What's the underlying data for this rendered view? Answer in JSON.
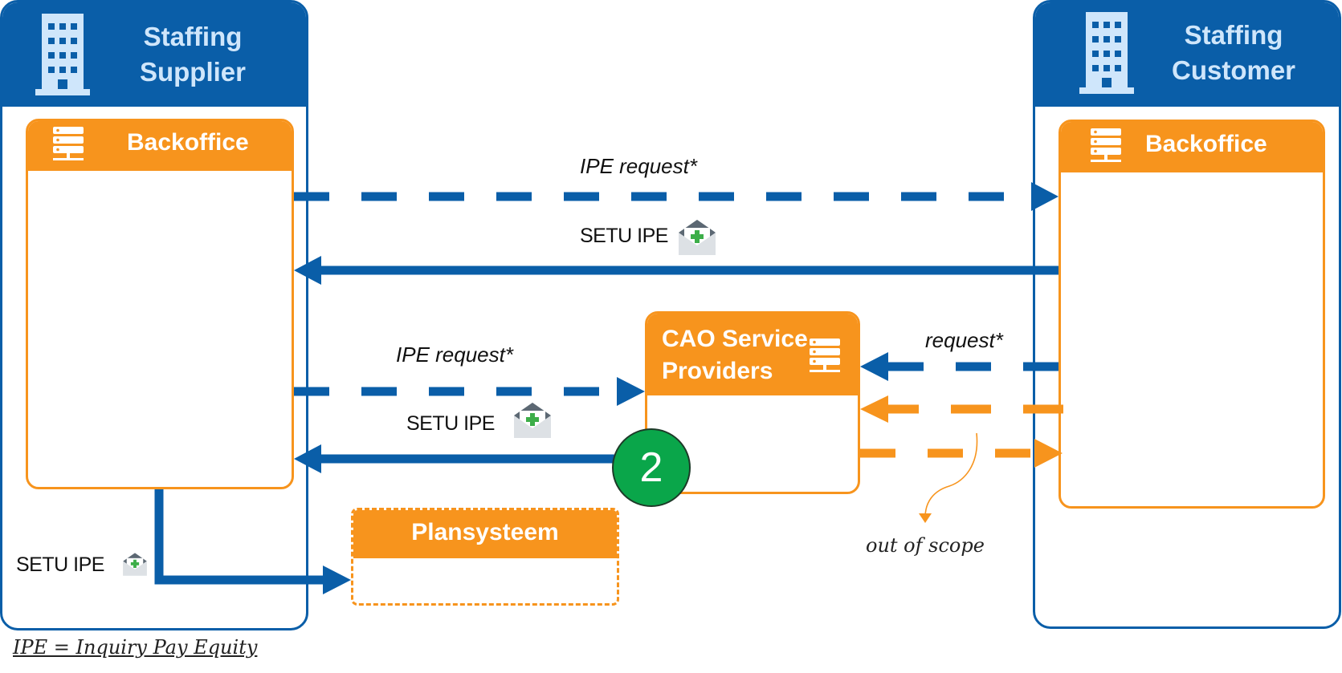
{
  "supplier": {
    "title_line1": "Staffing",
    "title_line2": "Supplier",
    "icon": "building-icon"
  },
  "customer": {
    "title_line1": "Staffing",
    "title_line2": "Customer",
    "icon": "building-icon"
  },
  "supplier_backoffice": {
    "title": "Backoffice",
    "icon": "server-icon"
  },
  "customer_backoffice": {
    "title": "Backoffice",
    "icon": "server-icon"
  },
  "cao": {
    "title_line1": "CAO Service",
    "title_line2": "Providers",
    "icon": "server-icon"
  },
  "plansysteem": {
    "title": "Plansysteem"
  },
  "flows": {
    "top_request": "IPE request*",
    "top_response": "SETU IPE",
    "mid_request": "IPE request*",
    "mid_response": "SETU IPE",
    "cao_request": "request*",
    "plan_message": "SETU IPE"
  },
  "step_badge": "2",
  "out_of_scope": "out of scope",
  "legend": "IPE = Inquiry Pay Equity",
  "colors": {
    "blue": "#0a5ea8",
    "orange": "#f7941d",
    "badge": "#0aa64a",
    "title_text": "#cfe6fb"
  }
}
